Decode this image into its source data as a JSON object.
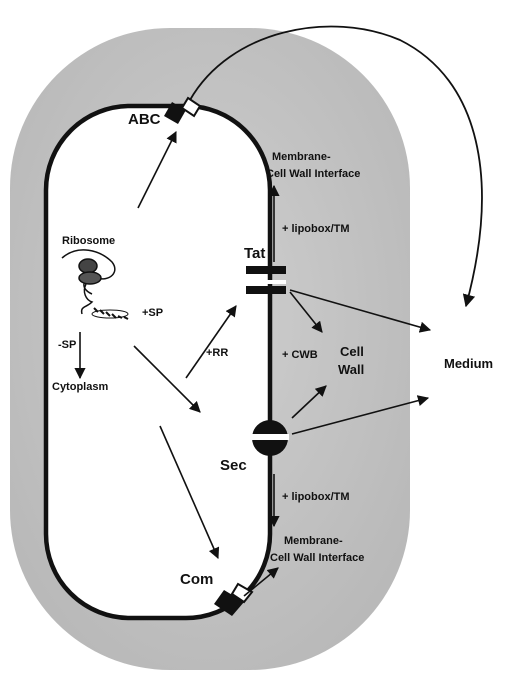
{
  "diagram": {
    "labels": {
      "abc": "ABC",
      "membrane_top_1": "Membrane-",
      "membrane_top_2": "Cell Wall Interface",
      "lipobox_top": "+ lipobox/TM",
      "ribosome": "Ribosome",
      "tat": "Tat",
      "sp_plus": "+SP",
      "sp_minus": "-SP",
      "rr": "+RR",
      "cytoplasm": "Cytoplasm",
      "cwb": "+ CWB",
      "cell": "Cell",
      "wall": "Wall",
      "medium": "Medium",
      "sec": "Sec",
      "lipobox_bottom": "+ lipobox/TM",
      "membrane_bottom_1": "Membrane-",
      "membrane_bottom_2": "Cell Wall Interface",
      "com": "Com"
    },
    "colors": {
      "cell_wall": "#c4c4c4",
      "cytoplasm": "#ffffff",
      "membrane": "#111111",
      "arrow": "#111111"
    }
  }
}
